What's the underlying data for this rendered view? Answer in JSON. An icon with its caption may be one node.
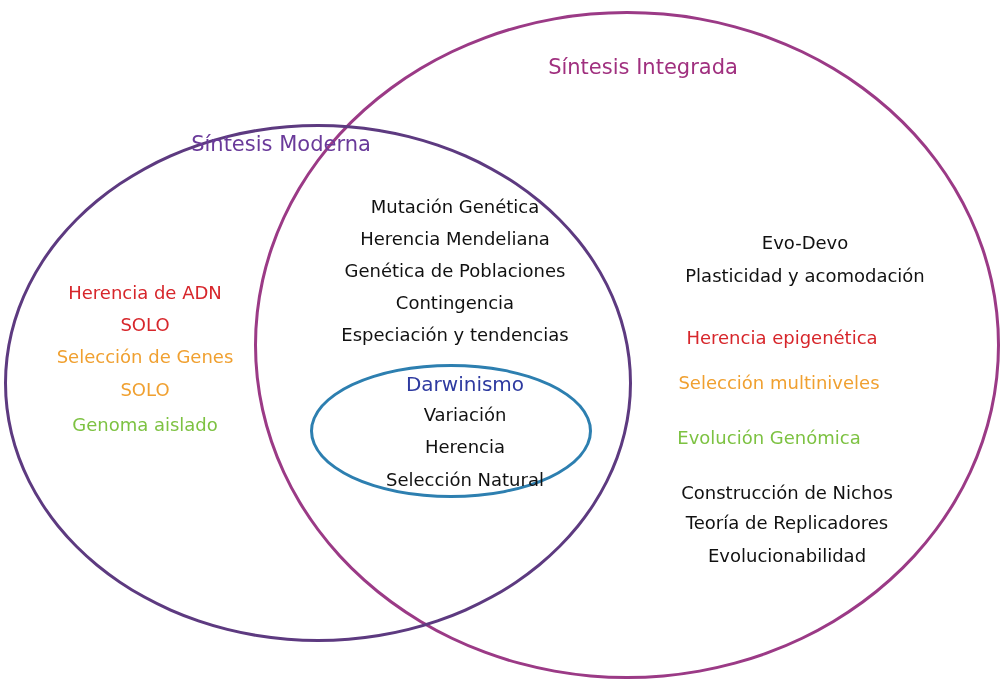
{
  "diagram": {
    "nodes": [
      {
        "text": [
          "Síntesis Integrada"
        ]
      },
      {
        "text": [
          "Síntesis Moderna"
        ]
      },
      {
        "text": [
          "Darwinismo",
          "Variación",
          "Herencia",
          "Selección Natural"
        ]
      }
    ],
    "labels": [
      "Mutación Genética",
      "Herencia Mendeliana",
      "Genética de Poblaciones",
      "Contingencia",
      "Especiación y tendencias",
      "Herencia de ADN",
      "SOLO",
      "Selección de Genes",
      "SOLO",
      "Genoma aislado",
      "Evo-Devo",
      "Plasticidad y acomodación",
      "Herencia epigenética",
      "Selección multiniveles",
      "Evolución Genómica",
      "Construcción de Nichos",
      "Teoría de Replicadores",
      "Evolucionabilidad"
    ]
  }
}
